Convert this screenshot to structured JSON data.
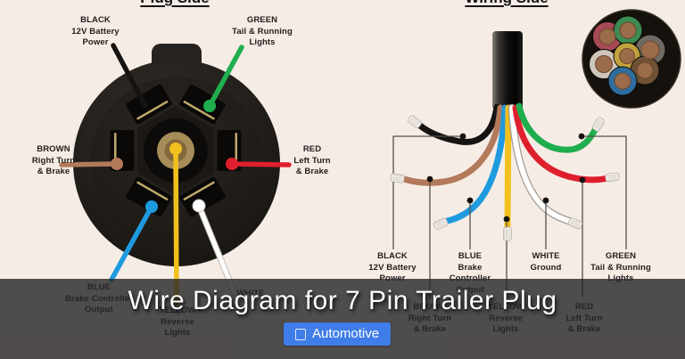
{
  "header": {
    "plug_side": "Plug Side",
    "wiring_side": "Wiring Side"
  },
  "title_bar": {
    "title": "Wire Diagram for 7 Pin Trailer Plug",
    "category_label": "Automotive",
    "category_icon": "square-outline-icon",
    "badge_color": "#3f7de8"
  },
  "colors": {
    "background": "#f6ece6",
    "overlay": "rgba(38,36,37,0.8)",
    "wire_black": "#161412",
    "wire_green": "#1fae4e",
    "wire_brown": "#b3795b",
    "wire_red": "#df1f2d",
    "wire_blue": "#1e9ade",
    "wire_yellow": "#f2c01d",
    "wire_white": "#ffffff"
  },
  "plug_side": {
    "labels": {
      "black": {
        "name": "BLACK",
        "lines": [
          "12V Battery",
          "Power"
        ]
      },
      "green": {
        "name": "GREEN",
        "lines": [
          "Tail & Running",
          "Lights"
        ]
      },
      "brown": {
        "name": "BROWN",
        "lines": [
          "Right Turn",
          "& Brake"
        ]
      },
      "red": {
        "name": "RED",
        "lines": [
          "Left Turn",
          "& Brake"
        ]
      },
      "blue": {
        "name": "BLUE",
        "lines": [
          "Brake Controller",
          "Output"
        ]
      },
      "yellow": {
        "name": "YELLOW",
        "lines": [
          "Reverse",
          "Lights"
        ]
      },
      "white": {
        "name": "WHITE",
        "lines": []
      }
    }
  },
  "wiring_side": {
    "labels": {
      "black": {
        "name": "BLACK",
        "lines": [
          "12V Battery",
          "Power"
        ]
      },
      "blue": {
        "name": "BLUE",
        "lines": [
          "Brake",
          "Controller",
          "Output"
        ]
      },
      "white": {
        "name": "WHITE",
        "lines": [
          "Ground"
        ]
      },
      "green": {
        "name": "GREEN",
        "lines": [
          "Tail & Running",
          "Lights"
        ]
      },
      "brown": {
        "name": "BROWN",
        "lines": [
          "Right Turn",
          "& Brake"
        ]
      },
      "yellow": {
        "name": "YELLOW",
        "lines": [
          "Reverse",
          "Lights"
        ]
      },
      "red": {
        "name": "RED",
        "lines": [
          "Left Turn",
          "& Brake"
        ]
      }
    }
  },
  "cable_inset": {
    "description_icon": "cable-cross-section-photo",
    "visible_wire_colors": [
      "red",
      "green",
      "black",
      "white",
      "yellow",
      "brown",
      "blue"
    ]
  }
}
